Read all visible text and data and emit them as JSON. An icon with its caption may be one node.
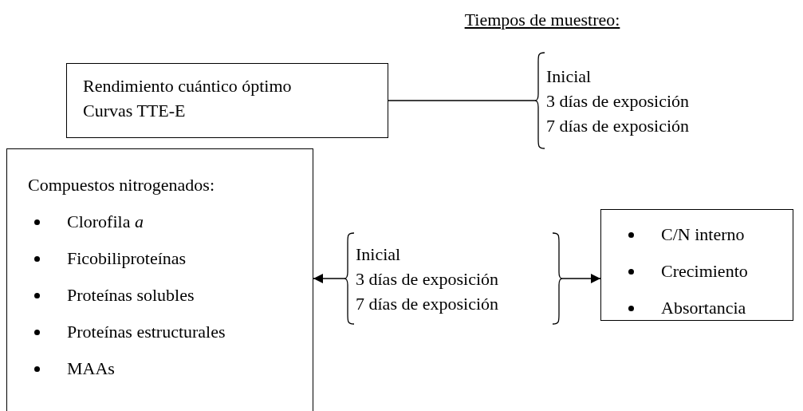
{
  "diagram": {
    "title": "Tiempos de muestreo:",
    "nodes": [
      {
        "text": [
          "Rendimiento cuántico óptimo",
          "Curvas TTE-E"
        ]
      },
      {
        "text": [
          "Inicial",
          "3 días de exposición",
          "7 días de exposición"
        ]
      },
      {
        "text": [
          "Compuestos nitrogenados:",
          "Clorofila *a*",
          "Ficobiliproteínas",
          "Proteínas solubles",
          "Proteínas estructurales",
          "MAAs"
        ]
      },
      {
        "text": [
          "Inicial",
          "3 días de exposición",
          "7 días de exposición"
        ]
      },
      {
        "text": [
          "C/N interno",
          "Crecimiento",
          "Absortancia"
        ]
      }
    ],
    "edges": [
      {
        "from": 0,
        "to": 1,
        "arrow": "none"
      },
      {
        "from": 3,
        "to": 2,
        "arrow": "to"
      },
      {
        "from": 3,
        "to": 4,
        "arrow": "to"
      }
    ]
  }
}
